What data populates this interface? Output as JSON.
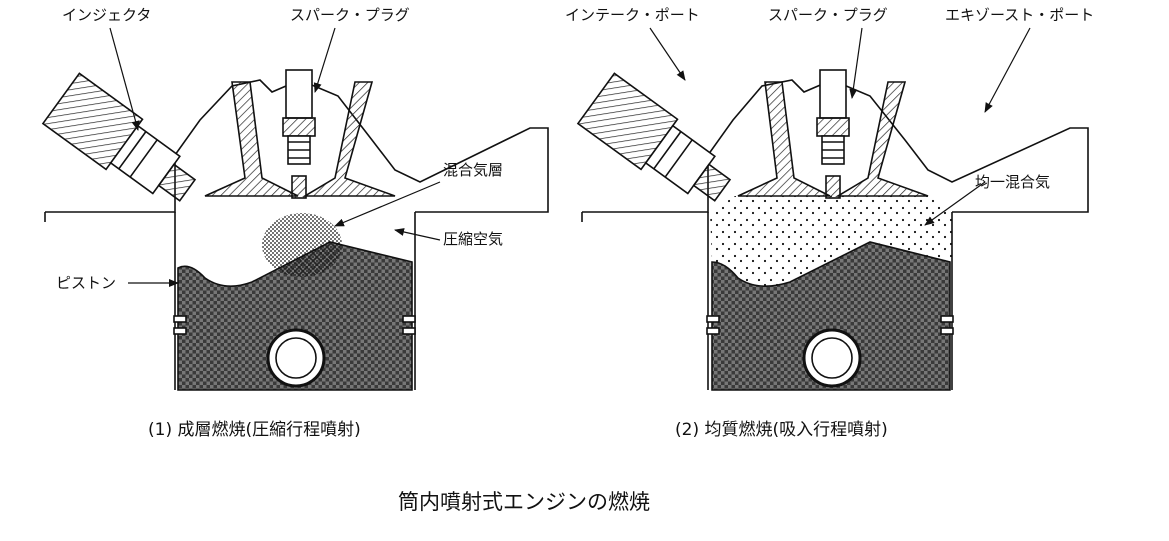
{
  "colors": {
    "ink": "#111111",
    "piston_fill": "#5a5a5a",
    "paper": "#ffffff"
  },
  "title": "筒内噴射式エンジンの燃焼",
  "left_figure": {
    "caption": "(1) 成層燃焼(圧縮行程噴射)",
    "labels": {
      "injector": "インジェクタ",
      "spark_plug": "スパーク・プラグ",
      "mixture_layer": "混合気層",
      "compressed_air": "圧縮空気",
      "piston": "ピストン"
    }
  },
  "right_figure": {
    "caption": "(2) 均質燃焼(吸入行程噴射)",
    "labels": {
      "intake_port": "インテーク・ポート",
      "spark_plug": "スパーク・プラグ",
      "exhaust_port": "エキゾースト・ポート",
      "homogeneous_mixture": "均一混合気"
    }
  }
}
